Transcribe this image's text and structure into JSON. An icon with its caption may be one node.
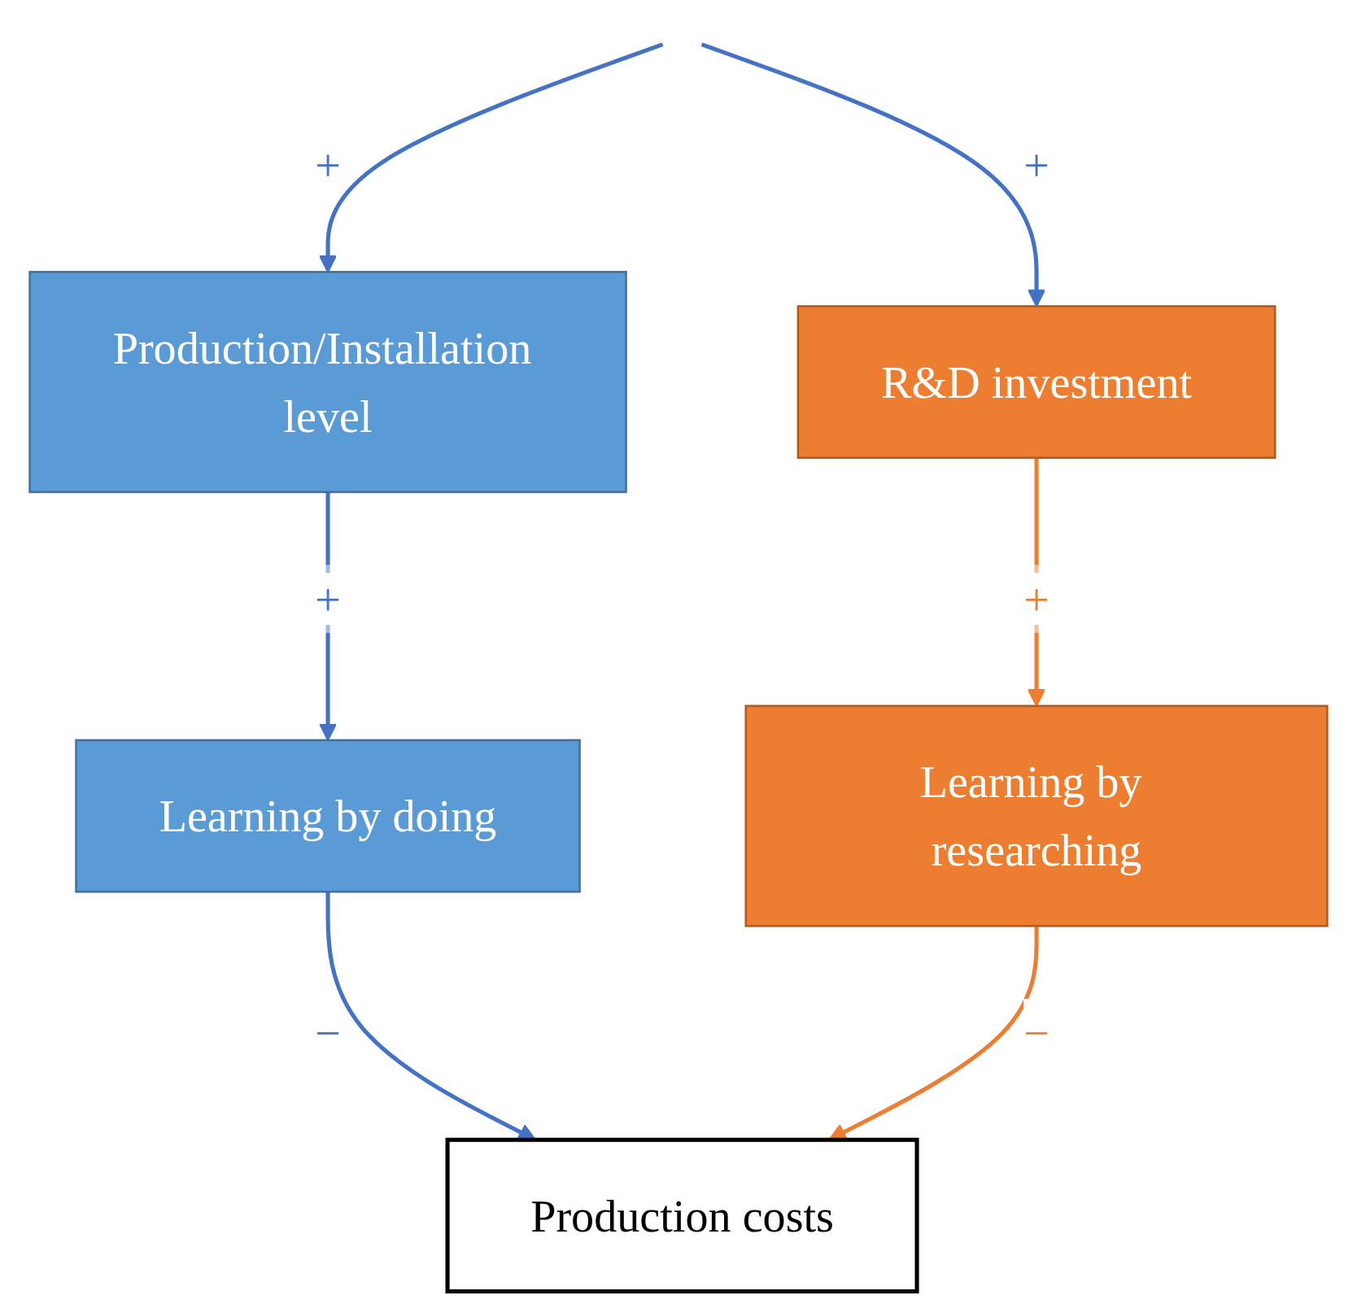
{
  "diagram": {
    "nodes": [
      {
        "text": [
          "Production/Installation level"
        ]
      },
      {
        "text": [
          "R&D investment"
        ]
      },
      {
        "text": [
          "Learning by doing"
        ]
      },
      {
        "text": [
          "Learning by researching"
        ]
      },
      {
        "text": [
          "Production costs"
        ]
      }
    ],
    "edges": [
      {
        "from": null,
        "to": 0,
        "arrow": "to",
        "label": "+"
      },
      {
        "from": null,
        "to": 1,
        "arrow": "to",
        "label": "+"
      },
      {
        "from": 0,
        "to": 2,
        "arrow": "to",
        "label": "+"
      },
      {
        "from": 1,
        "to": 3,
        "arrow": "to",
        "label": "+",
        "color": "#ed7d31"
      },
      {
        "from": 2,
        "to": 4,
        "arrow": "to",
        "label": "−"
      },
      {
        "from": 3,
        "to": 4,
        "arrow": "to",
        "label": "−",
        "color": "#ed7d31"
      }
    ]
  }
}
